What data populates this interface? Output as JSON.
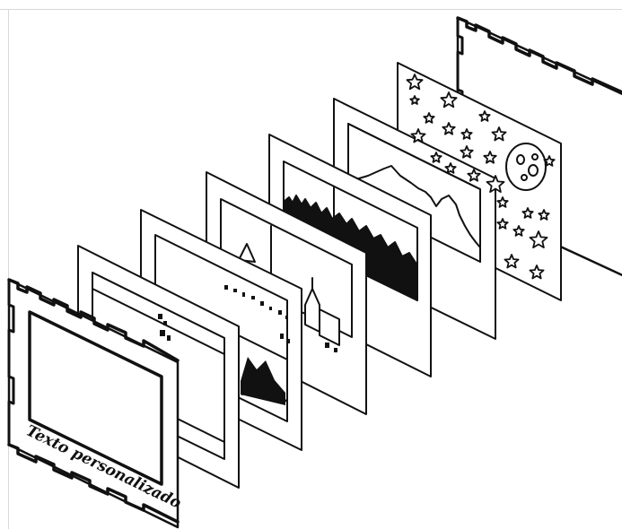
{
  "diagram": {
    "caption": "Texto personalizado",
    "stroke_color": "#111111",
    "background": "#ffffff",
    "layers": [
      {
        "name": "front-frame-with-text"
      },
      {
        "name": "family-silhouette-layer"
      },
      {
        "name": "rocks-and-trees-layer"
      },
      {
        "name": "village-church-layer"
      },
      {
        "name": "forest-layer"
      },
      {
        "name": "mountain-layer"
      },
      {
        "name": "stars-and-moon-layer"
      },
      {
        "name": "back-panel"
      }
    ]
  }
}
